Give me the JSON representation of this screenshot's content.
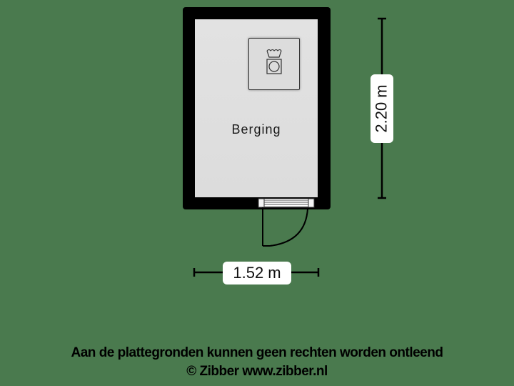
{
  "floorplan": {
    "room": {
      "name": "Berging",
      "appliance": {
        "type": "washing-machine",
        "symbols": [
          "washbasin-symbol",
          "drum-symbol"
        ]
      }
    },
    "door": {
      "position": "bottom-wall",
      "swing": "outward-right"
    },
    "dimensions": {
      "width": "1.52 m",
      "height": "2.20 m"
    }
  },
  "colors": {
    "background": "#4a7a4e",
    "wall": "#000000",
    "floor": "#dedede",
    "dimension_label_bg": "#ffffff"
  },
  "footer": {
    "disclaimer": "Aan de plattegronden kunnen geen rechten worden ontleend",
    "copyright": "© Zibber www.zibber.nl"
  }
}
